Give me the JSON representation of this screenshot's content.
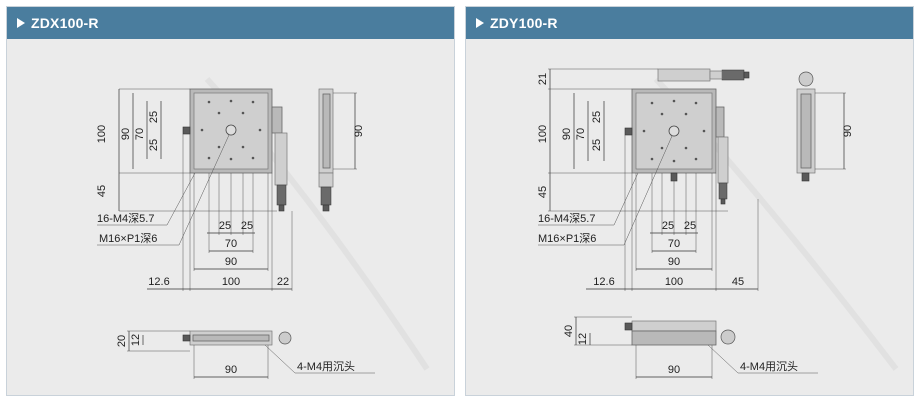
{
  "panels": [
    {
      "id": "left",
      "title": "ZDX100-R",
      "dims": {
        "d100": "100",
        "d90": "90",
        "d70": "70",
        "d25a": "25",
        "d25b": "25",
        "d45": "45",
        "side90": "90",
        "bottom25a": "25",
        "bottom25b": "25",
        "bottom70": "70",
        "bottom90": "90",
        "bottom12_6": "12.6",
        "bottom100": "100",
        "bottom22": "22",
        "elev20": "20",
        "elev12": "12",
        "elev90": "90"
      },
      "notes": {
        "tap": "16-M4深5.7",
        "center": "M16×P1深6",
        "cbore": "4-M4用沉头"
      }
    },
    {
      "id": "right",
      "title": "ZDY100-R",
      "dims": {
        "d21": "21",
        "d100": "100",
        "d90": "90",
        "d70": "70",
        "d25a": "25",
        "d25b": "25",
        "d45": "45",
        "side90": "90",
        "bottom25a": "25",
        "bottom25b": "25",
        "bottom70": "70",
        "bottom90": "90",
        "bottom12_6": "12.6",
        "bottom100": "100",
        "bottom45": "45",
        "elev40": "40",
        "elev12": "12",
        "elev90": "90"
      },
      "notes": {
        "tap": "16-M4深5.7",
        "center": "M16×P1深6",
        "cbore": "4-M4用沉头"
      }
    }
  ]
}
